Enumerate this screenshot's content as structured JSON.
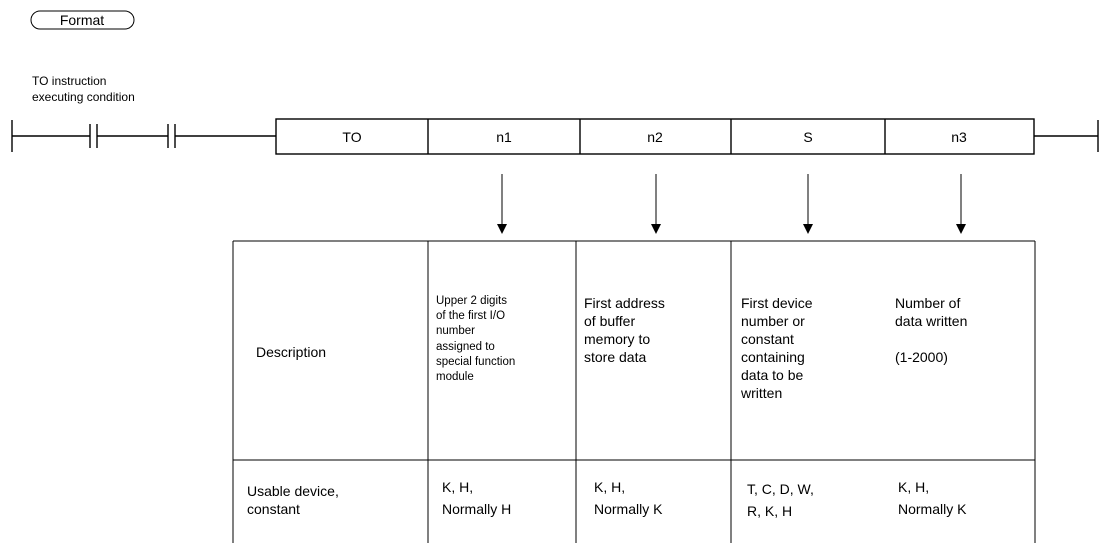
{
  "format_label": "Format",
  "condition_label": [
    "TO instruction",
    "executing condition"
  ],
  "instruction": {
    "mnemonic": "TO",
    "operands": [
      "n1",
      "n2",
      "S",
      "n3"
    ]
  },
  "table": {
    "description_header": "Description",
    "usable_header": [
      "Usable device,",
      "constant"
    ],
    "descriptions": [
      [
        "Upper 2 digits",
        "of the first I/O",
        "number",
        "assigned to",
        "special function",
        "module"
      ],
      [
        "First address",
        "of buffer",
        "memory to",
        "store data"
      ],
      [
        "First device",
        "number or",
        "constant",
        "containing",
        "data to be",
        "written"
      ],
      [
        "Number of",
        "data written",
        "",
        "(1-2000)"
      ]
    ],
    "usable": [
      [
        "K, H,",
        "Normally H"
      ],
      [
        "K, H,",
        "Normally K"
      ],
      [
        "T, C, D, W,",
        "R, K, H"
      ],
      [
        "K, H,",
        "Normally K"
      ]
    ]
  }
}
